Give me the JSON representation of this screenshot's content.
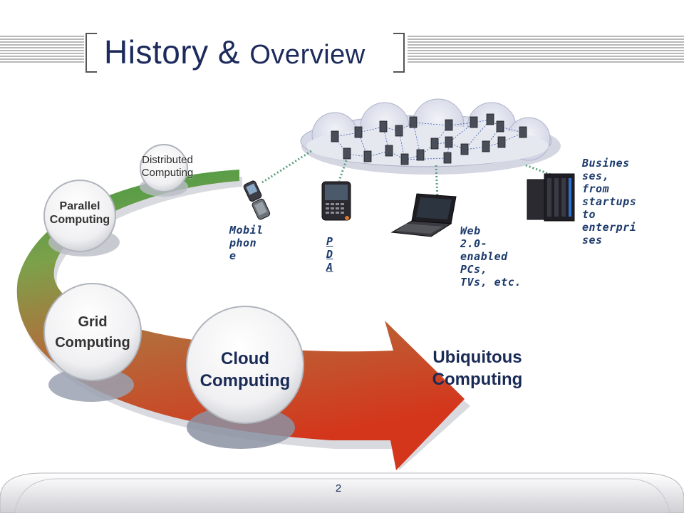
{
  "title": {
    "main": "History & ",
    "sub": "Overview"
  },
  "stages": [
    {
      "label": "Distributed Computing",
      "line1": "Distributed",
      "line2": "Computing"
    },
    {
      "label": "Parallel Computing",
      "line1": "Parallel",
      "line2": "Computing"
    },
    {
      "label": "Grid Computing",
      "line1": "Grid",
      "line2": "Computing"
    },
    {
      "label": "Cloud Computing",
      "line1": "Cloud",
      "line2": "Computing"
    }
  ],
  "ubiquitous": {
    "line1": "Ubiquitous",
    "line2": "Computing"
  },
  "devices": {
    "mobile": {
      "lines": [
        "Mobil",
        "phon",
        "e"
      ]
    },
    "pda": {
      "lines": [
        "P",
        "D",
        "A"
      ]
    },
    "pc": {
      "lines": [
        "Web",
        "2.0-",
        "enabled",
        "PCs,",
        "TVs, etc."
      ]
    },
    "business": {
      "lines": [
        "Busines",
        "ses,",
        "from",
        "startups",
        "to",
        "enterpri",
        "ses"
      ]
    }
  },
  "page_number": "2",
  "colors": {
    "title": "#1c2a5c",
    "label_blue": "#1b3a6b",
    "arrow_green": "#4a9a4a",
    "arrow_red": "#d23a1e",
    "cloud": "#d8dbe8"
  }
}
